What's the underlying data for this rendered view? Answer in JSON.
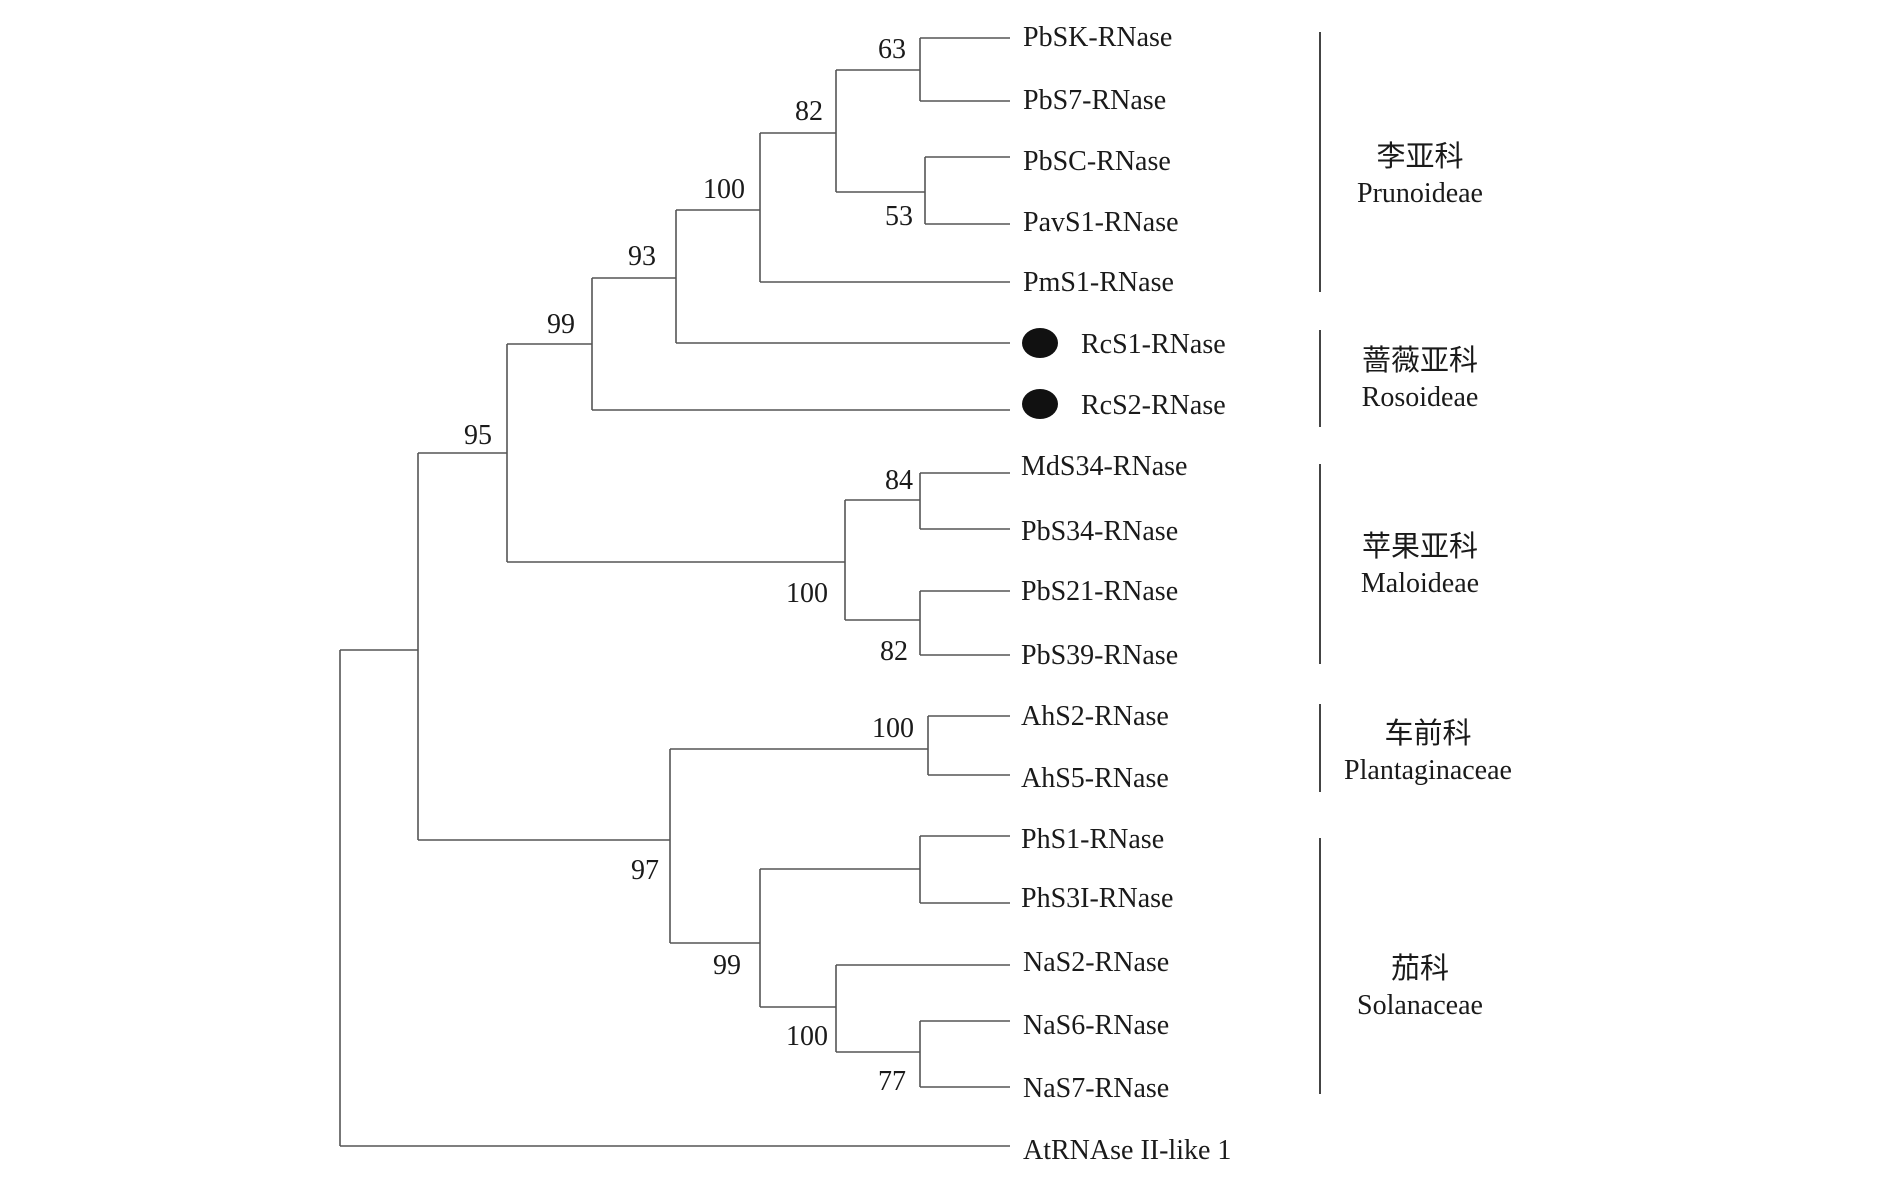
{
  "leaves": [
    "PbSK-RNase",
    "PbS7-RNase",
    "PbSC-RNase",
    "PavS1-RNase",
    "PmS1-RNase",
    "RcS1-RNase",
    "RcS2-RNase",
    "MdS34-RNase",
    "PbS34-RNase",
    "PbS21-RNase",
    "PbS39-RNase",
    "AhS2-RNase",
    "AhS5-RNase",
    "PhS1-RNase",
    "PhS3I-RNase",
    "NaS2-RNase",
    "NaS6-RNase",
    "NaS7-RNase",
    "AtRNAse II-like 1"
  ],
  "bootstrap": [
    "63",
    "82",
    "53",
    "100",
    "93",
    "99",
    "84",
    "82",
    "100",
    "95",
    "100",
    "77",
    "100",
    "99",
    "97"
  ],
  "groups": [
    {
      "cn": "李亚科",
      "en": "Prunoideae"
    },
    {
      "cn": "蔷薇亚科",
      "en": "Rosoideae"
    },
    {
      "cn": "苹果亚科",
      "en": "Maloideae"
    },
    {
      "cn": "车前科",
      "en": "Plantaginaceae"
    },
    {
      "cn": "茄科",
      "en": "Solanaceae"
    }
  ],
  "marked_leaves": [
    "RcS1-RNase",
    "RcS2-RNase"
  ],
  "marker": "filled-circle",
  "colors": {
    "line": "#555555",
    "text": "#1a1a1a",
    "marker": "#111111"
  }
}
